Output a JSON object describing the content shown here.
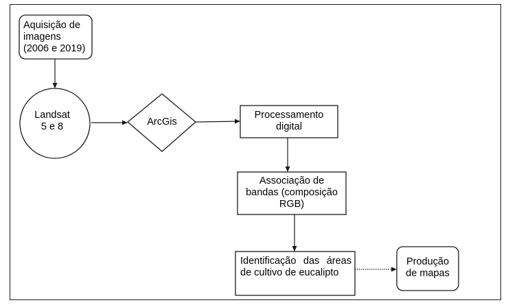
{
  "nodes": {
    "acquisition": {
      "lines": [
        "Aquisição de",
        "imagens",
        "(2006 e 2019)"
      ]
    },
    "landsat": {
      "lines": [
        "Landsat",
        "5 e 8"
      ]
    },
    "arcgis": {
      "label": "ArcGis"
    },
    "processing": {
      "lines": [
        "Processamento",
        "digital"
      ]
    },
    "bands": {
      "lines": [
        "Associação de",
        "bandas (composição",
        "RGB)"
      ]
    },
    "identification": {
      "text": "Identificação das áreas de cultivo de eucalipto"
    },
    "maps": {
      "lines": [
        "Produção",
        "de mapas"
      ]
    }
  }
}
